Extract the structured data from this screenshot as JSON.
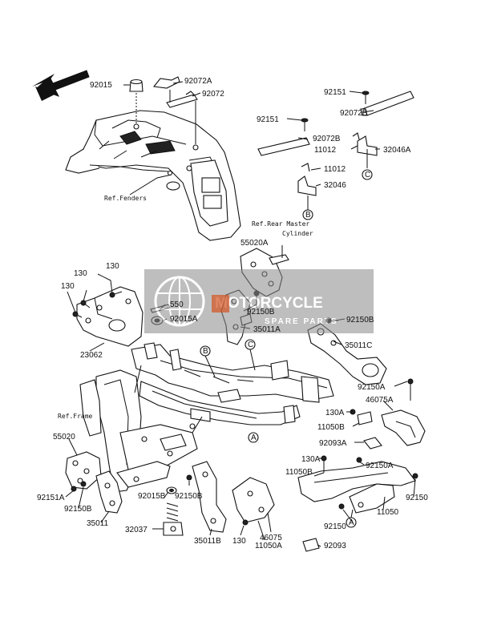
{
  "watermark": {
    "brand": "MOTORCYCLE",
    "sub": "SPARE PARTS"
  },
  "references": {
    "fenders": "Ref.Fenders",
    "rear_master_line1": "Ref.Rear Master",
    "rear_master_line2": "Cylinder",
    "frame": "Ref.Frame"
  },
  "markers": {
    "a": "A",
    "b": "B",
    "c": "C"
  },
  "labels": {
    "p92015_top": "92015",
    "p92072A": "92072A",
    "p92072": "92072",
    "p92151_r": "92151",
    "p92072B_r": "92072B",
    "p92151_l": "92151",
    "p92072B_l": "92072B",
    "p11012_a": "11012",
    "p32046A": "32046A",
    "p11012_b": "11012",
    "p32046": "32046",
    "p55020A": "55020A",
    "p130_a": "130",
    "p130_b": "130",
    "p130_c": "130",
    "p550": "550",
    "p92015A": "92015A",
    "p92150B_a": "92150B",
    "p35011A": "35011A",
    "p92150B_b": "92150B",
    "p35011C": "35011C",
    "p23062": "23062",
    "p92150A_a": "92150A",
    "p46075A": "46075A",
    "p130A_a": "130A",
    "p11050B_a": "11050B",
    "p92093A": "92093A",
    "p55020": "55020",
    "p92150A_b": "92150A",
    "p130A_b": "130A",
    "p11050B_b": "11050B",
    "p92151A": "92151A",
    "p92150B_c": "92150B",
    "p35011": "35011",
    "p92015B": "92015B",
    "p92150B_d": "92150B",
    "p11050": "11050",
    "p92150_a": "92150",
    "p92150_b": "92150",
    "p32037": "32037",
    "p46075": "46075",
    "p35011B": "35011B",
    "p130_d": "130",
    "p11050A": "11050A",
    "p92093": "92093"
  }
}
